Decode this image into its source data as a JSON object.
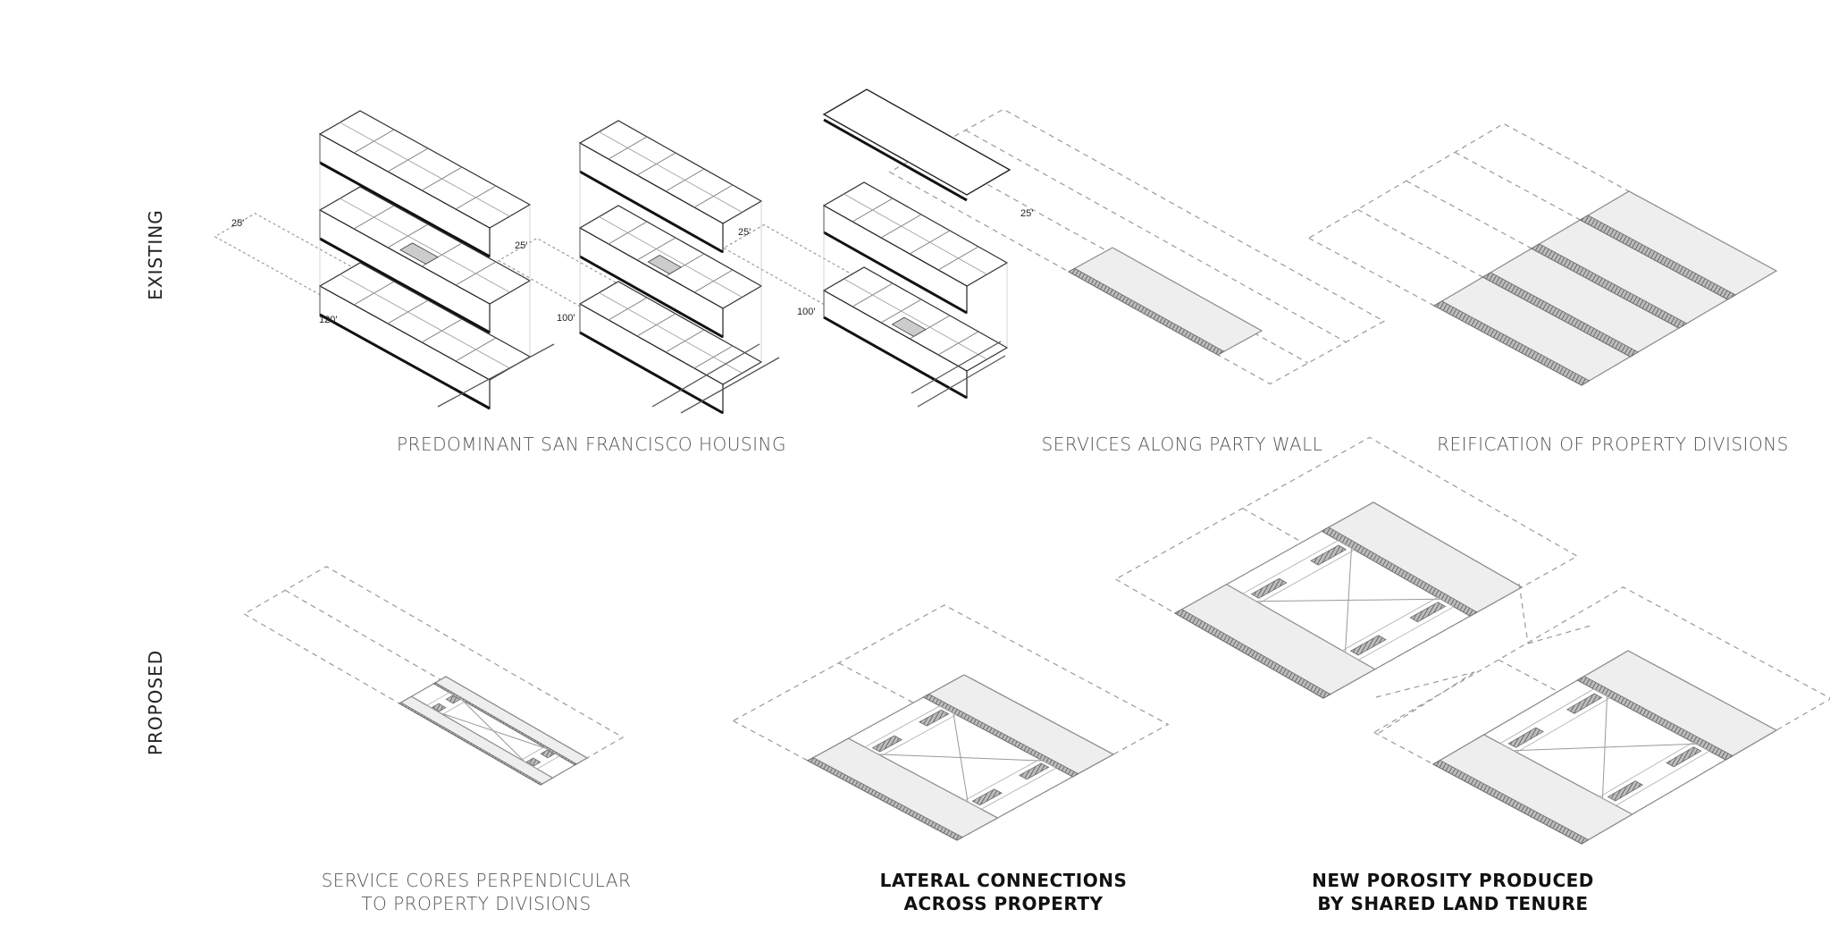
{
  "rows": {
    "existing": "EXISTING",
    "proposed": "PROPOSED"
  },
  "captions": {
    "housing": [
      "PREDOMINANT SAN FRANCISCO HOUSING"
    ],
    "party_wall": [
      "SERVICES ALONG PARTY WALL"
    ],
    "reification": [
      "REIFICATION OF PROPERTY DIVISIONS"
    ],
    "service_cores": [
      "SERVICE CORES PERPENDICULAR",
      "TO PROPERTY DIVISIONS"
    ],
    "lateral": [
      "LATERAL CONNECTIONS",
      "ACROSS PROPERTY"
    ],
    "porosity": [
      "NEW POROSITY PRODUCED",
      "BY SHARED LAND TENURE"
    ]
  },
  "dimensions": {
    "house1_width": "25'",
    "house1_depth": "120'",
    "house2_width": "25'",
    "house2_depth": "100'",
    "house3_width": "25'",
    "house3_depth": "100'",
    "party_wall_width": "25'"
  },
  "colors": {
    "slab": "#eeeeee",
    "outline": "#8a8a8a",
    "hatch": "#6e6e6e",
    "dashed": "#9a9a9a",
    "wall": "#111111"
  }
}
